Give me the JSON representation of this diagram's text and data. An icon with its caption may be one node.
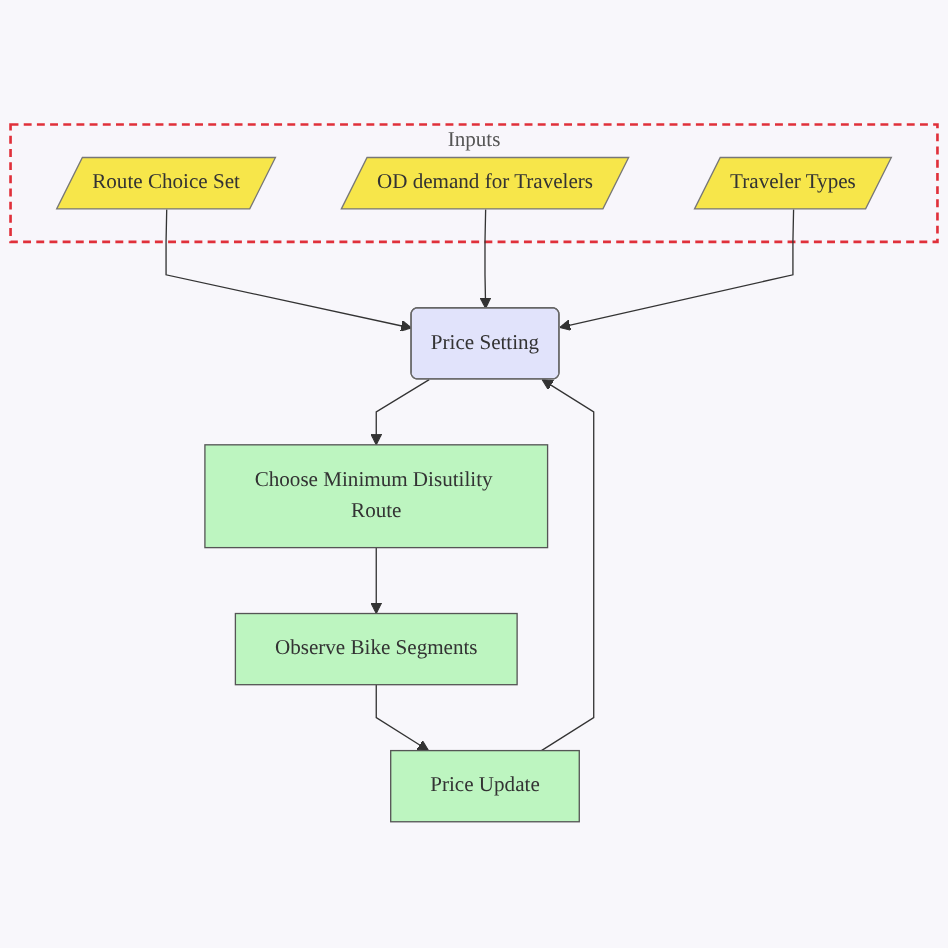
{
  "diagram": {
    "nodes": [
      {
        "text": [
          "Inputs"
        ]
      },
      {
        "text": [
          "Route Choice Set"
        ],
        "in": 0
      },
      {
        "text": [
          "OD demand for Travelers"
        ],
        "in": 0
      },
      {
        "text": [
          "Traveler Types"
        ],
        "in": 0
      },
      {
        "text": [
          "Price Setting"
        ]
      },
      {
        "text": [
          "Choose Minimum Disutility Route"
        ]
      },
      {
        "text": [
          "Observe Bike Segments"
        ]
      },
      {
        "text": [
          "Price Update"
        ]
      }
    ],
    "edges": [
      {
        "from": 1,
        "to": 4,
        "arrow": "to"
      },
      {
        "from": 2,
        "to": 4,
        "arrow": "to"
      },
      {
        "from": 3,
        "to": 4,
        "arrow": "to"
      },
      {
        "from": 4,
        "to": 5,
        "arrow": "to"
      },
      {
        "from": 5,
        "to": 6,
        "arrow": "to"
      },
      {
        "from": 6,
        "to": 7,
        "arrow": "to"
      },
      {
        "from": 7,
        "to": 4,
        "arrow": "to"
      }
    ]
  }
}
